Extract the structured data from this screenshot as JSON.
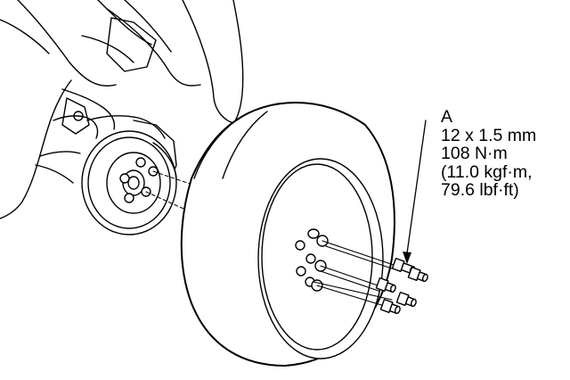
{
  "callout": {
    "letter": "A",
    "lines": [
      "12 x 1.5 mm",
      "108 N·m",
      "(11.0 kgf·m,",
      "79.6 lbf·ft)"
    ]
  },
  "colors": {
    "stroke": "#000000",
    "fill": "#ffffff"
  }
}
